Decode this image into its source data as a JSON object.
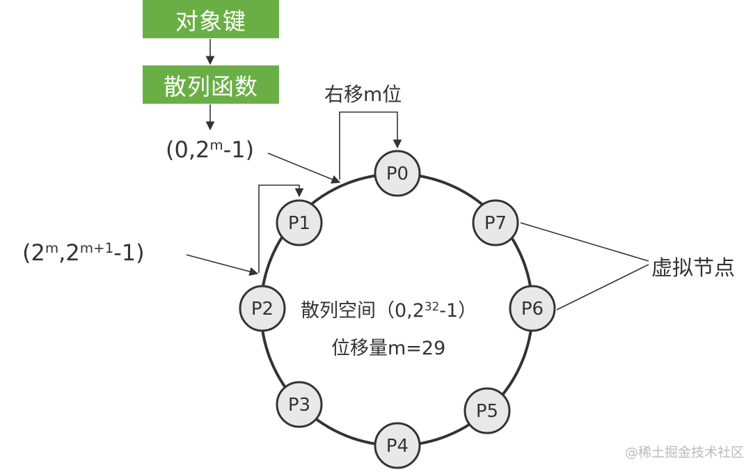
{
  "boxes": {
    "object_key": "对象键",
    "hash_function": "散列函数"
  },
  "labels": {
    "range1": {
      "open": "(0,2",
      "sup": "m",
      "close": "-1)"
    },
    "range2": {
      "open": "(2",
      "sup1": "m",
      "mid": ",2",
      "sup2": "m+1",
      "close": "-1)"
    },
    "shift": "右移m位",
    "virtual_nodes": "虚拟节点",
    "space": {
      "open": "散列空间（0,2",
      "sup": "32",
      "close": "-1）"
    },
    "offset": "位移量m=29"
  },
  "nodes": [
    "P0",
    "P1",
    "P2",
    "P3",
    "P4",
    "P5",
    "P6",
    "P7"
  ],
  "watermark": "@稀土掘金技术社区",
  "colors": {
    "box_green": "#6aaf45",
    "node_fill": "#e8e8e8",
    "stroke": "#333333",
    "watermark": "#bbbbbb"
  }
}
